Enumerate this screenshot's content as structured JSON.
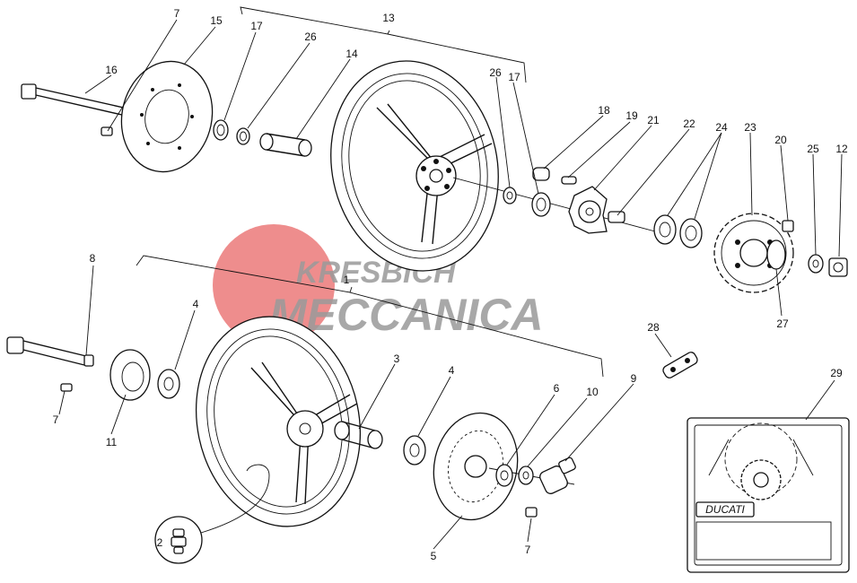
{
  "watermark": {
    "line1": "KRESBICH",
    "line2": "MECCANICA",
    "accent_color": "#e03030",
    "text_color": "#9a9a9a"
  },
  "panel_29": {
    "brand_text": "DUCATI"
  },
  "callouts": {
    "c1": "1",
    "c2": "2",
    "c3": "3",
    "c4a": "4",
    "c4b": "4",
    "c5": "5",
    "c6": "6",
    "c7a": "7",
    "c7b": "7",
    "c7c": "7",
    "c8": "8",
    "c9": "9",
    "c10": "10",
    "c11": "11",
    "c12": "12",
    "c13": "13",
    "c14": "14",
    "c15": "15",
    "c16": "16",
    "c17a": "17",
    "c17b": "17",
    "c18": "18",
    "c19": "19",
    "c20": "20",
    "c21": "21",
    "c22": "22",
    "c23": "23",
    "c24": "24",
    "c25": "25",
    "c26a": "26",
    "c26b": "26",
    "c27": "27",
    "c28": "28",
    "c29": "29"
  }
}
